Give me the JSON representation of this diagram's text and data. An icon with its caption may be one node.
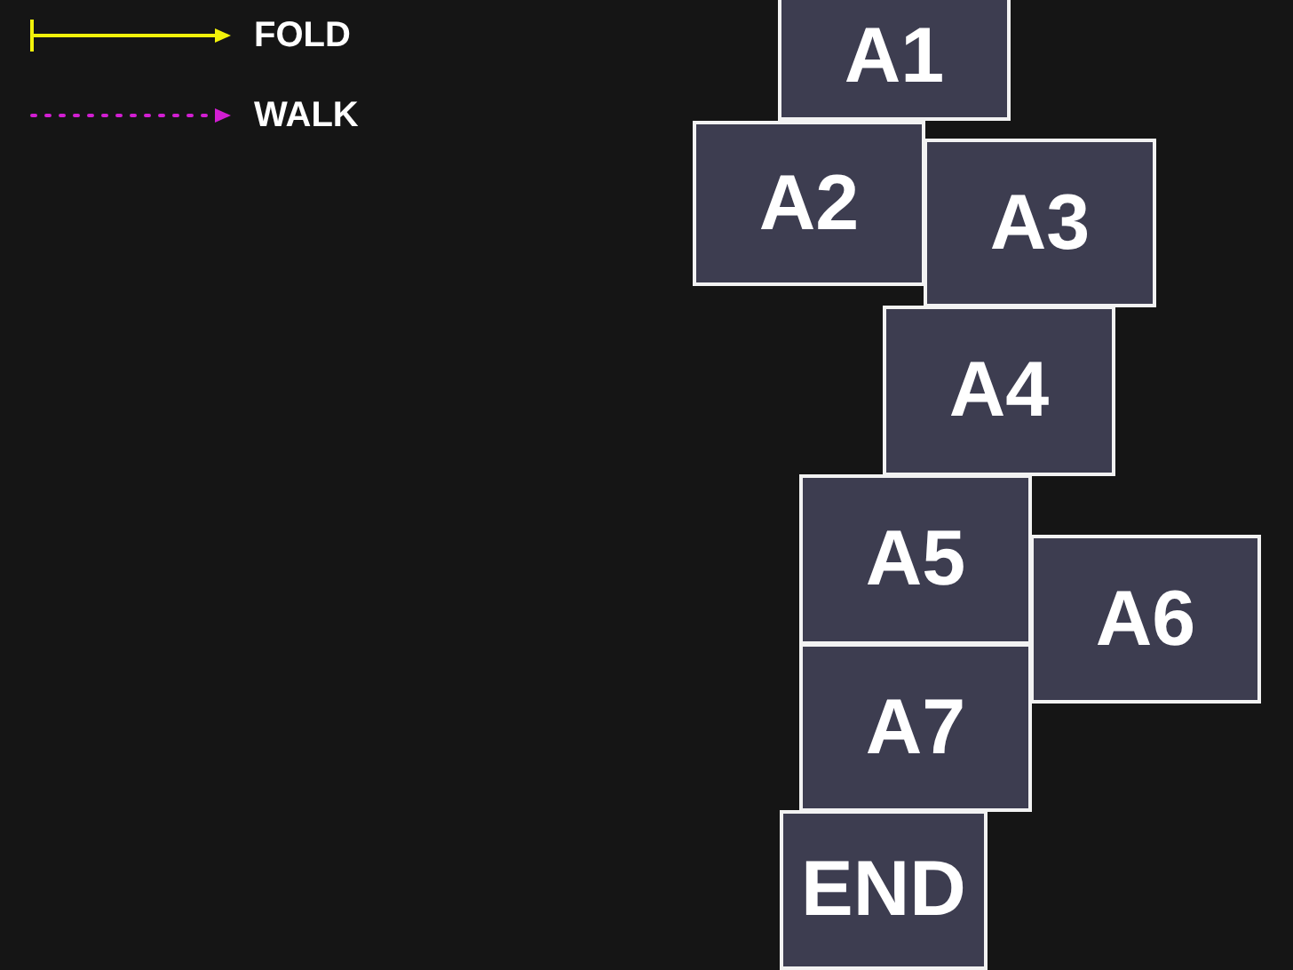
{
  "diagram": {
    "nodes": [
      {
        "text": [
          "A1"
        ]
      },
      {
        "text": [
          "A2"
        ]
      },
      {
        "text": [
          "A3"
        ]
      },
      {
        "text": [
          "A4"
        ]
      },
      {
        "text": [
          "A5"
        ]
      },
      {
        "text": [
          "A6"
        ]
      },
      {
        "text": [
          "A7"
        ]
      },
      {
        "text": [
          "END"
        ]
      }
    ],
    "edges": [],
    "legend": [
      {
        "text": "FOLD"
      },
      {
        "text": "WALK"
      }
    ]
  }
}
